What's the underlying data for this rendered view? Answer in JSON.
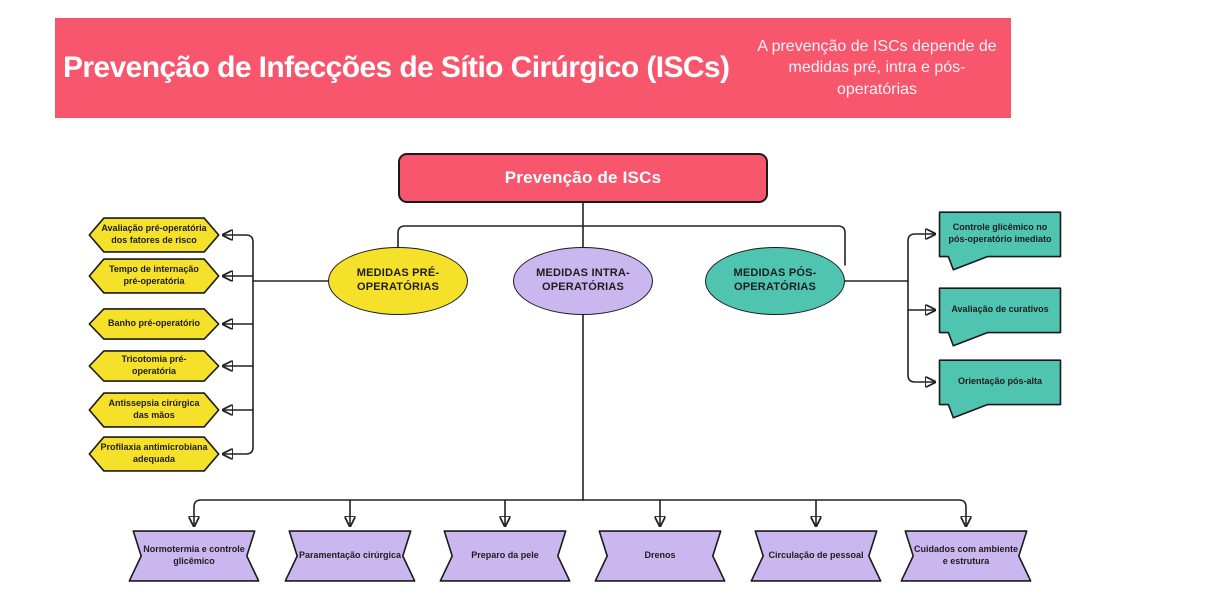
{
  "header": {
    "title": "Prevenção de Infecções de Sítio Cirúrgico (ISCs)",
    "subtitle": "A prevenção de ISCs depende de medidas pré, intra e pós-operatórias"
  },
  "palette": {
    "pink": "#F8566C",
    "yellow": "#F5E12A",
    "purple": "#CBB7F0",
    "teal": "#4FC4B1",
    "line": "#222222",
    "node_border": "#1A1A1A"
  },
  "diagram": {
    "root": {
      "label": "Prevenção de ISCs",
      "shape": "rounded-rectangle",
      "color": "#F8566C"
    },
    "branches": [
      {
        "label": "MEDIDAS PRÉ-OPERATÓRIAS",
        "shape": "ellipse",
        "color": "#F5E12A",
        "child_shape": "hexagon",
        "children": [
          "Avaliação pré-operatória dos fatores de risco",
          "Tempo de internação pré-operatória",
          "Banho pré-operatório",
          "Tricotomia pré-operatória",
          "Antissepsia cirúrgica das mãos",
          "Profilaxia antimicrobiana adequada"
        ]
      },
      {
        "label": "MEDIDAS INTRA-OPERATÓRIAS",
        "shape": "ellipse",
        "color": "#CBB7F0",
        "child_shape": "banner",
        "children": [
          "Normotermia e controle glicêmico",
          "Paramentação cirúrgica",
          "Preparo da pele",
          "Drenos",
          "Circulação de pessoal",
          "Cuidados com ambiente e estrutura"
        ]
      },
      {
        "label": "MEDIDAS PÓS-OPERATÓRIAS",
        "shape": "ellipse",
        "color": "#4FC4B1",
        "child_shape": "speech-bubble",
        "children": [
          "Controle glicêmico no pós-operatório imediato",
          "Avaliação de curativos",
          "Orientação pós-alta"
        ]
      }
    ]
  }
}
